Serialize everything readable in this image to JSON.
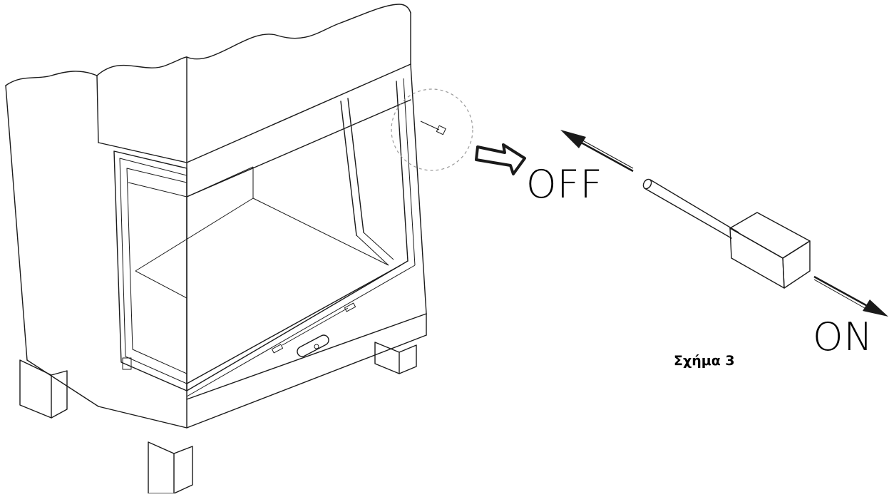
{
  "labels": {
    "off": "OFF",
    "on": "ON",
    "caption": "Σχήμα 3"
  },
  "colors": {
    "line": "#1a1a1a",
    "background": "#ffffff",
    "detail_circle": "#9a9a9a"
  },
  "icons": {
    "off_pointer": "hollow-right-arrow-icon",
    "pull_direction": "arrow-up-left-icon",
    "push_direction": "arrow-down-right-icon"
  }
}
